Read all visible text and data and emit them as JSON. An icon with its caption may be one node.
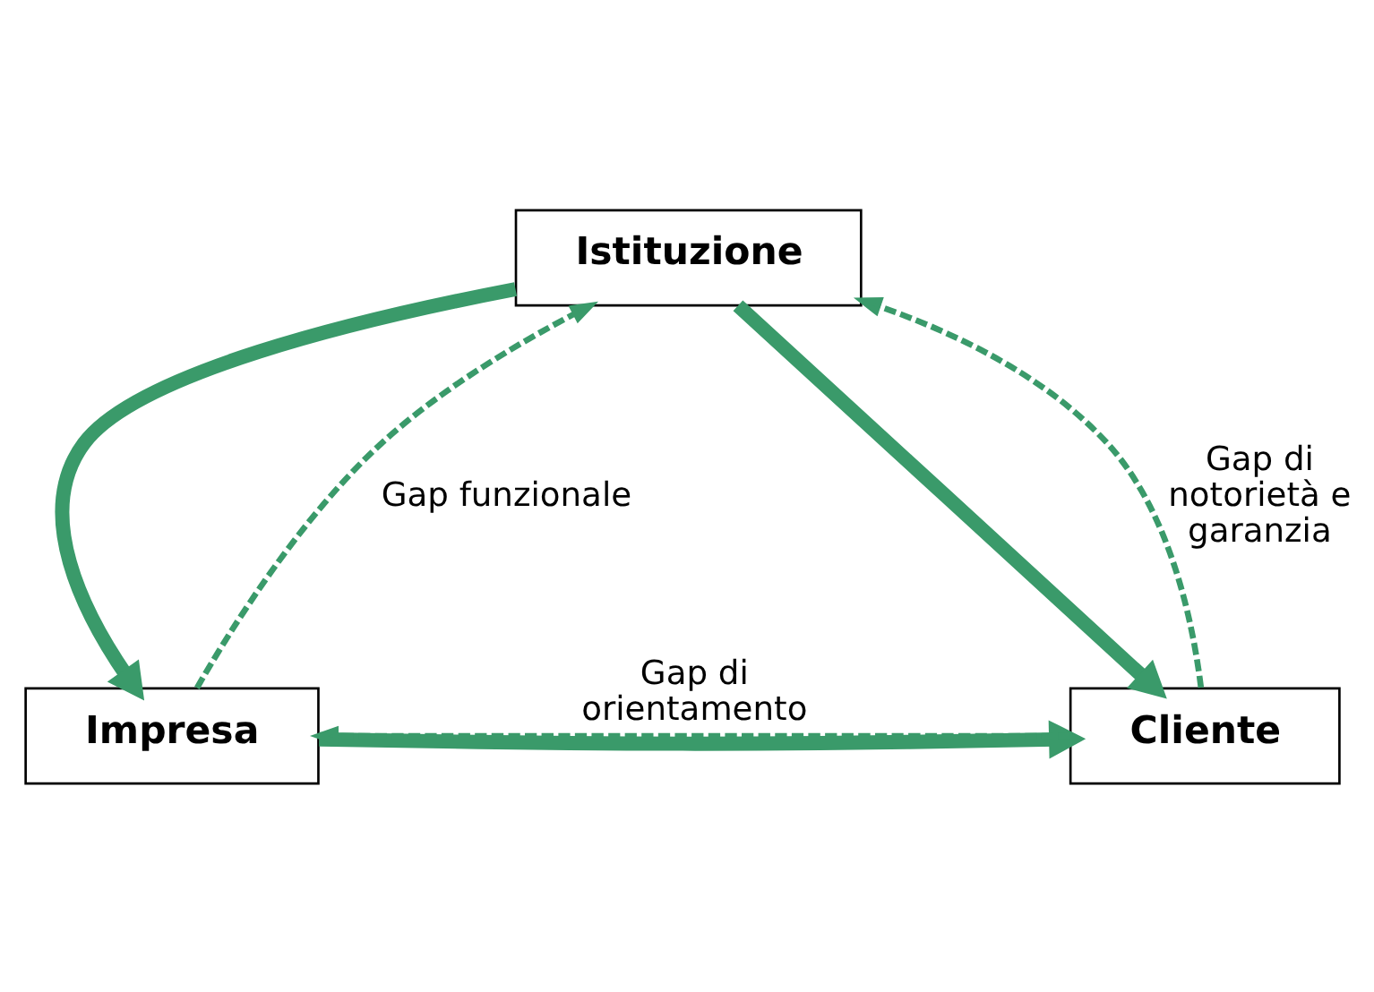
{
  "diagram": {
    "nodes": [
      {
        "text": [
          "Istituzione"
        ]
      },
      {
        "text": [
          "Impresa"
        ]
      },
      {
        "text": [
          "Cliente"
        ]
      }
    ],
    "edges": [
      {
        "from": 0,
        "to": 1,
        "arrow": "to",
        "style": "thick"
      },
      {
        "from": 1,
        "to": 0,
        "arrow": "to",
        "style": "dashed",
        "label": "Gap funzionale"
      },
      {
        "from": 0,
        "to": 2,
        "arrow": "to",
        "style": "thick"
      },
      {
        "from": 2,
        "to": 0,
        "arrow": "to",
        "style": "dashed",
        "label": "Gap di notorietà e garanzia"
      },
      {
        "from": 1,
        "to": 2,
        "arrow": "to",
        "style": "thick"
      },
      {
        "from": 2,
        "to": 1,
        "arrow": "to",
        "style": "dashed",
        "label": "Gap di orientamento"
      }
    ]
  }
}
